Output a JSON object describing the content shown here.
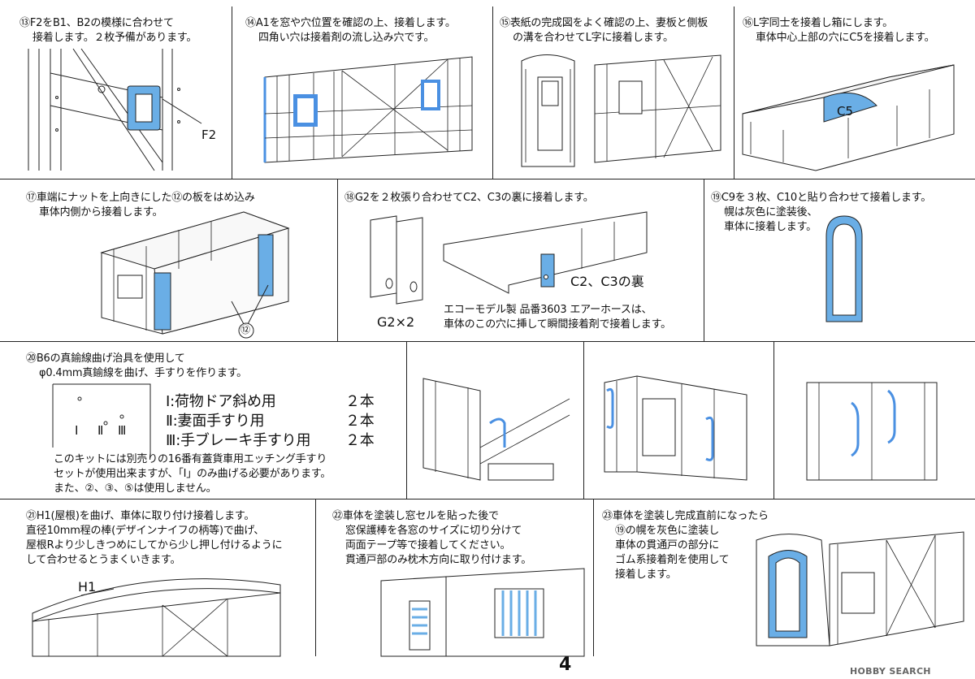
{
  "steps": {
    "s13": {
      "num": "⑬",
      "lines": [
        "F2をB1、B2の模様に合わせて",
        "接着します。２枚予備があります。"
      ],
      "label": "F2"
    },
    "s14": {
      "num": "⑭",
      "lines": [
        "A1を窓や穴位置を確認の上、接着します。",
        "四角い穴は接着剤の流し込み穴です。"
      ]
    },
    "s15": {
      "num": "⑮",
      "lines": [
        "表紙の完成図をよく確認の上、妻板と側板",
        "の溝を合わせてL字に接着します。"
      ]
    },
    "s16": {
      "num": "⑯",
      "lines": [
        "L字同士を接着し箱にします。",
        "車体中心上部の穴にC5を接着します。"
      ],
      "label": "C5"
    },
    "s17": {
      "num": "⑰",
      "lines": [
        "車端にナットを上向きにした⑫の板をはめ込み",
        "車体内側から接着します。"
      ],
      "label": "⑫"
    },
    "s18": {
      "num": "⑱",
      "lines": [
        "G2を２枚張り合わせてC2、C3の裏に接着します。"
      ],
      "label_g2": "G2×2",
      "label_c": "C2、C3の裏",
      "note": [
        "エコーモデル製 品番3603 エアーホースは、",
        "車体のこの穴に挿して瞬間接着剤で接着します。"
      ]
    },
    "s19": {
      "num": "⑲",
      "lines": [
        "C9を３枚、C10と貼り合わせて接着します。",
        "幌は灰色に塗装後、",
        "車体に接着します。"
      ]
    },
    "s20": {
      "num": "⑳",
      "lines": [
        "B6の真鍮線曲げ治具を使用して",
        "φ0.4mm真鍮線を曲げ、手すりを作ります。"
      ],
      "jig_marks": [
        "Ⅰ",
        "Ⅱ",
        "Ⅲ"
      ],
      "parts": [
        {
          "name": "Ⅰ:荷物ドア斜め用",
          "qty": "２本"
        },
        {
          "name": "Ⅱ:妻面手すり用",
          "qty": "２本"
        },
        {
          "name": "Ⅲ:手ブレーキ手すり用",
          "qty": "２本"
        }
      ],
      "note": [
        "このキットには別売りの16番有蓋貨車用エッチング手すり",
        "セットが使用出来ますが、「Ⅰ」のみ曲げる必要があります。",
        "また、②、③、⑤は使用しません。"
      ]
    },
    "h1": {
      "title": "Ⅰ:荷物ドア斜め用"
    },
    "h2": {
      "title": "Ⅱ:妻面手すり用"
    },
    "h3": {
      "title": "Ⅲ:手ブレーキ手すり用"
    },
    "s21": {
      "num": "㉑",
      "lines": [
        "H1(屋根)を曲げ、車体に取り付け接着します。",
        "直径10mm程の棒(デザインナイフの柄等)で曲げ、",
        "屋根Rより少しきつめにしてから少し押し付けるように",
        "して合わせるとうまくいきます。"
      ],
      "label": "H1"
    },
    "s22": {
      "num": "㉒",
      "lines": [
        "車体を塗装し窓セルを貼った後で",
        "窓保護棒を各窓のサイズに切り分けて",
        "両面テープ等で接着してください。",
        "貫通戸部のみ枕木方向に取り付けます。"
      ]
    },
    "s23": {
      "num": "㉓",
      "lines": [
        "車体を塗装し完成直前になったら",
        "⑲の幌を灰色に塗装し",
        "車体の貫通戸の部分に",
        "ゴム系接着剤を使用して",
        "接着します。"
      ]
    }
  },
  "page_number": "4",
  "footer": "HOBBY SEARCH",
  "colors": {
    "accent": "#4a90e2",
    "accent_fill": "#6aaee6",
    "line": "#222222"
  }
}
